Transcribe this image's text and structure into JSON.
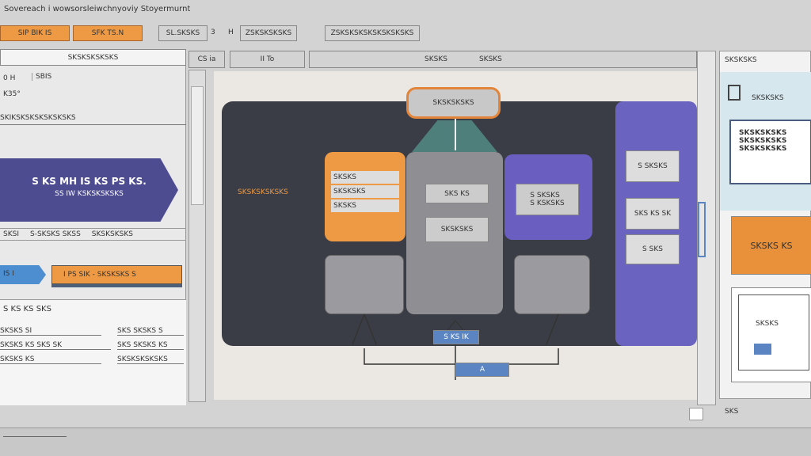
{
  "title": "Sovereach i wowsorsleiwchnyoviy Stoyermurnt",
  "toolbar": {
    "b1": "SIP  BIK IS",
    "b2": "SFK TS.N",
    "b3": "SL.SKSKS",
    "b4": "3",
    "b5": "H",
    "b6": "ZSKSKSKSKS",
    "b7": "ZSKSKSKSKSKSKSKSKS"
  },
  "left": {
    "header": "SKSKSKSKSKS",
    "row1a": "0 H",
    "row1b": "SBIS",
    "row2": "K35°",
    "row3": "SKIKSKSKSKSKSKSKS",
    "banner_title": "S KS MH IS KS PS KS.",
    "banner_sub": "SS IW KSKSKSKSKS",
    "tabs": [
      "SKSI",
      "S-SKSKS  SKSS",
      "SKSKSKSKS"
    ],
    "step1": "IS  I",
    "step2": "I  PS SIK - SKSKSKS S",
    "section": "S KS KS SKS",
    "items": [
      [
        "SKSKS SI",
        "SKS SKSKS S"
      ],
      [
        "SKSKS KS SKS SK",
        "SKS SKSKS KS"
      ],
      [
        "SKSKS KS",
        "SKSKSKSKSKS"
      ]
    ]
  },
  "tabs": {
    "t1": "CS ia",
    "t2": "II To",
    "t3": "SKSKS",
    "t4": "SKSKS"
  },
  "diagram": {
    "top": "SKSKSKSKS",
    "orange_label": "SKSKSKSKSKS",
    "orange_rows": [
      "SKSKS",
      "SKSKSKS",
      "SKSKS"
    ],
    "gray_box1": "SKS KS",
    "gray_box2": "SKSKSKS",
    "purple_box": "S SKSKS\nS KSKSKS",
    "side_boxes": [
      "S SKSKS",
      "SKS KS SK",
      "S SKS"
    ],
    "bottom_label": "S KS IK",
    "bottom_box": "A"
  },
  "right": {
    "header": "SKSKSKS",
    "label": "SKSKSKS",
    "box": "SKSKSKSKS SKSKSKSKS SKSKSKSKS",
    "orange": "SKSKS KS",
    "inner": "SKSKS"
  },
  "status": {
    "zoom": "SKS"
  }
}
